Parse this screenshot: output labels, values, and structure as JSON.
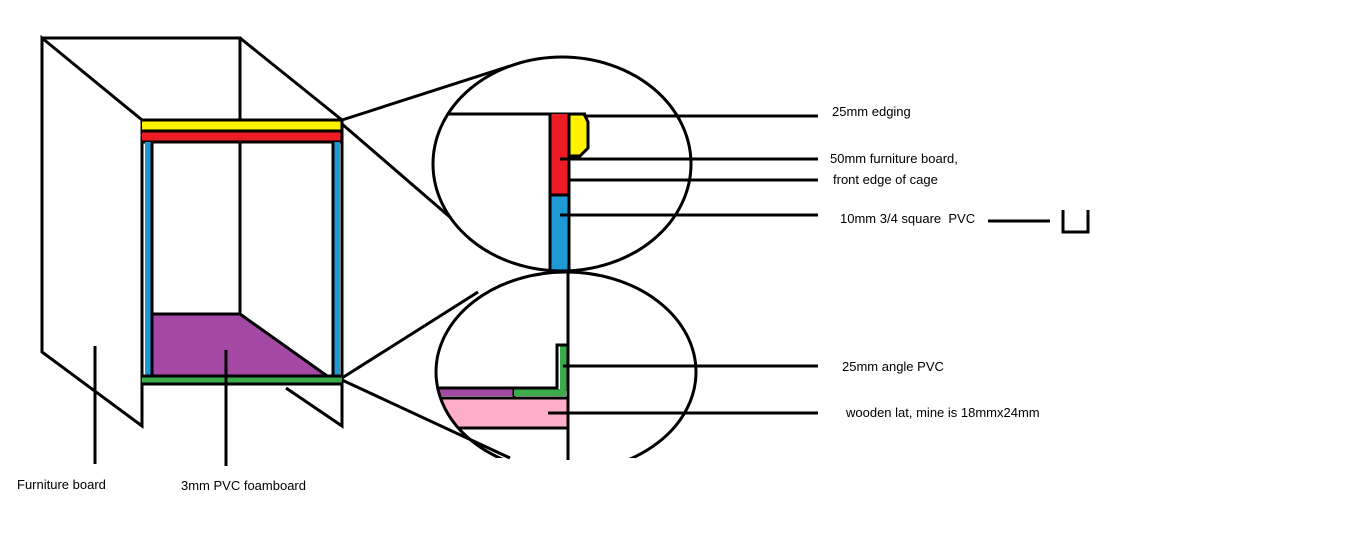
{
  "labels": {
    "furniture_board": "Furniture board",
    "pvc_foamboard": "3mm PVC foamboard",
    "edging": "25mm edging",
    "furniture_board_50mm": "50mm furniture board,",
    "front_edge": "front edge of cage",
    "square_pvc": "10mm 3/4 square  PVC",
    "angle_pvc": "25mm angle PVC",
    "wooden_lat": "wooden lat, mine is 18mmx24mm"
  },
  "colors": {
    "yellow": "#FFF200",
    "red": "#ED1C24",
    "blue": "#1E9BD7",
    "purple": "#A349A4",
    "green": "#3AAA4A",
    "pink": "#FFAEC9",
    "line": "#000000"
  }
}
